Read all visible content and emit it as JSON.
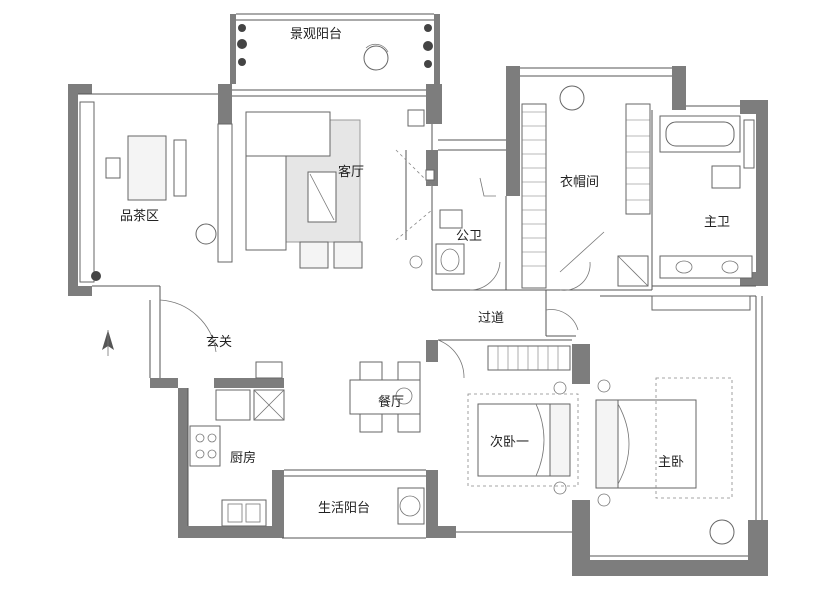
{
  "rooms": {
    "scenic_balcony": "景观阳台",
    "tea_area": "品茶区",
    "living_room": "客厅",
    "cloakroom": "衣帽间",
    "public_bath": "公卫",
    "master_bath": "主卫",
    "corridor": "过道",
    "entrance": "玄关",
    "dining_room": "餐厅",
    "second_bedroom": "次卧一",
    "master_bedroom": "主卧",
    "kitchen": "厨房",
    "utility_balcony": "生活阳台"
  },
  "colors": {
    "wall": "#7d7d7d",
    "line": "#555555",
    "rug": "#e6e6e6"
  },
  "icons": {
    "north_arrow": "north-arrow-icon",
    "plant": "plant-icon",
    "chair": "chair-icon"
  }
}
